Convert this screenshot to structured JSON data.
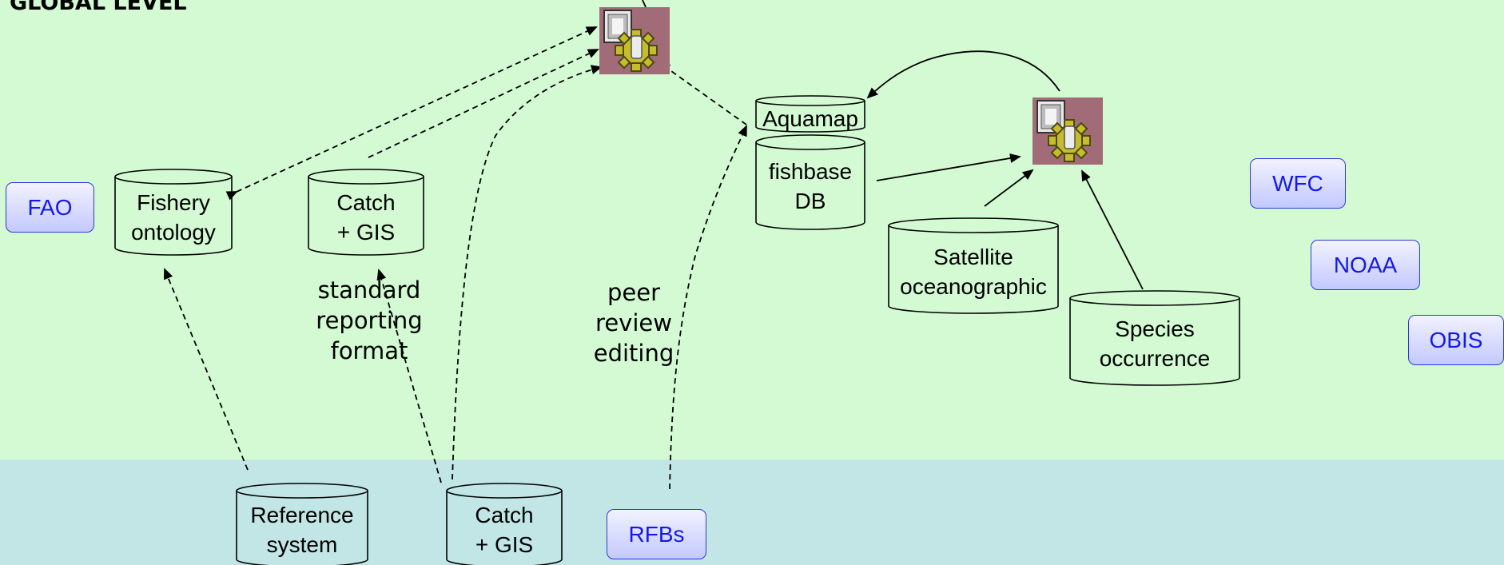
{
  "levels": {
    "global": "GLOBAL LEVEL"
  },
  "organizations": {
    "fao": "FAO",
    "wfc": "WFC",
    "noaa": "NOAA",
    "obis": "OBIS",
    "rfbs": "RFBs"
  },
  "databases": {
    "fishery_ontology": [
      "Fishery",
      "ontology"
    ],
    "catch_gis_global": [
      "Catch",
      "+ GIS"
    ],
    "aquamap": "Aquamap",
    "fishbase": [
      "fishbase",
      "DB"
    ],
    "satellite": [
      "Satellite",
      "oceanographic"
    ],
    "species": [
      "Species",
      "occurrence"
    ],
    "reference_system": [
      "Reference",
      "system"
    ],
    "catch_gis_regional": [
      "Catch",
      "+ GIS"
    ]
  },
  "annotations": {
    "standard_reporting": [
      "standard",
      "reporting",
      "format"
    ],
    "peer_review": [
      "peer",
      "review",
      "editing"
    ]
  },
  "icons": {
    "service": "gear-database-service-icon"
  },
  "colors": {
    "global_band": "#d3fad3",
    "regional_band": "#c2e5e5",
    "pill_text": "#1419e8"
  }
}
